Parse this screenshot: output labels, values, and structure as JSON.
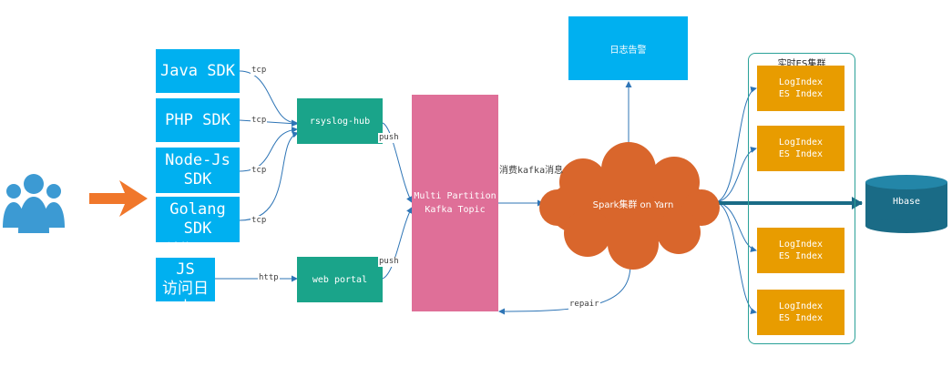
{
  "nodes": {
    "java_sdk": "Java SDK",
    "php_sdk": "PHP SDK",
    "node_sdk": "Node-Js\nSDK",
    "golang_sdk": "Golang\nSDK",
    "browser_js": "浏览器JS\n访问日志",
    "rsyslog_hub": "rsyslog-hub",
    "web_portal": "web portal",
    "kafka": "Multi Partition\nKafka Topic",
    "log_alert": "日志告警",
    "spark": "Spark集群 on Yarn",
    "es_cluster_title": "实时ES集群",
    "es_index_1": "LogIndex\nES Index",
    "es_index_2": "LogIndex\nES Index",
    "es_index_3": "LogIndex\nES Index",
    "es_index_4": "LogIndex\nES Index",
    "hbase": "Hbase"
  },
  "edges": {
    "java_tcp": "tcp",
    "php_tcp": "tcp",
    "node_tcp": "tcp",
    "golang_tcp": "tcp",
    "browser_http": "http",
    "hub_push": "push",
    "portal_push": "push",
    "consume": "消费kafka消息",
    "repair": "repair"
  },
  "colors": {
    "sdk": "#00b0f0",
    "green": "#1aa48a",
    "kafka": "#df6f98",
    "cloud": "#d9662c",
    "es_index": "#e89c00",
    "hbase": "#1a6b86",
    "users": "#3c9ad3",
    "big_arrow": "#f0772b",
    "edge": "#2e75b6"
  },
  "icons": [
    "users-icon",
    "big-arrow-icon"
  ]
}
